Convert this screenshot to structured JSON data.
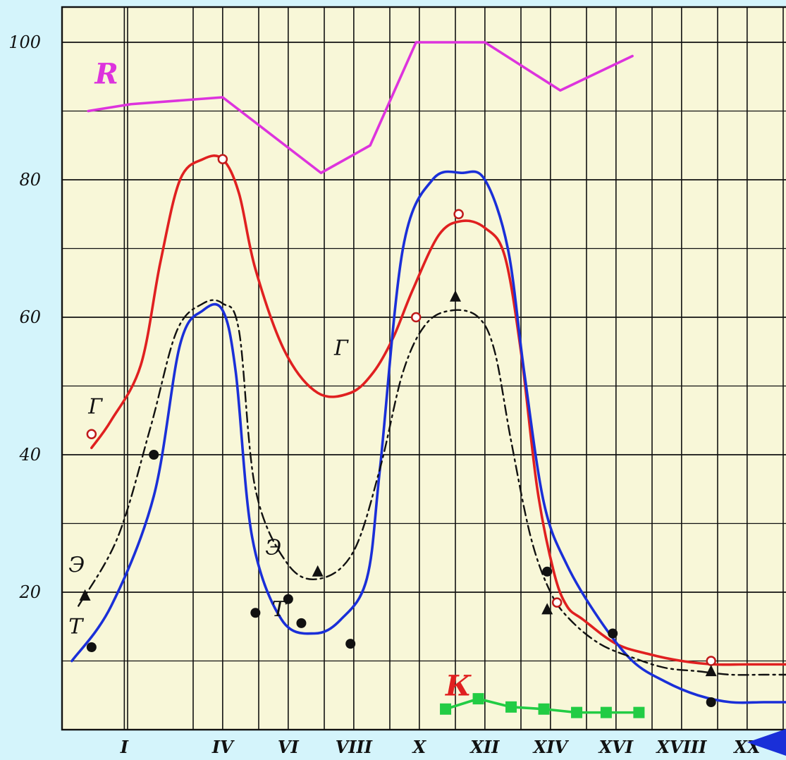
{
  "chart_data": {
    "type": "line",
    "title": "",
    "xlabel": "",
    "ylabel": "",
    "ylim": [
      0,
      105
    ],
    "yticks": [
      20,
      40,
      60,
      80,
      100
    ],
    "x_range": [
      -0.9,
      21.4
    ],
    "xtick_positions": [
      1,
      4,
      6,
      8,
      10,
      12,
      14,
      16,
      18,
      20
    ],
    "xticks": [
      "I",
      "IV",
      "VI",
      "VIII",
      "X",
      "XII",
      "XIV",
      "XVI",
      "XVIII",
      "XX"
    ],
    "grid": true,
    "colors": {
      "background": "#d4f4fb",
      "plot_area": "#f8f7d8",
      "grid": "#111111",
      "R": "#dd33dd",
      "G": "#e02020",
      "T": "#1a2fd8",
      "E": "#111111",
      "K": "#22cc44",
      "arrow": "#1a2fd8"
    },
    "series": [
      {
        "name": "R",
        "color": "#dd33dd",
        "style": "solid",
        "x": [
          -0.1,
          1.2,
          4.0,
          7.0,
          8.5,
          9.9,
          12.0,
          14.3,
          16.5
        ],
        "y": [
          90,
          91,
          92,
          81,
          85,
          100,
          100,
          93,
          98
        ]
      },
      {
        "name": "Г",
        "color": "#e02020",
        "style": "solid",
        "x": [
          0.0,
          0.6,
          1.5,
          2.1,
          2.7,
          3.4,
          4.0,
          4.5,
          5.0,
          5.9,
          6.9,
          7.9,
          8.6,
          9.2,
          9.8,
          10.6,
          11.3,
          12.0,
          12.6,
          13.1,
          13.6,
          14.1,
          14.5,
          15.0,
          16.0,
          17.0,
          18.0,
          19.0,
          20.0,
          21.4
        ],
        "y": [
          41,
          45,
          53,
          68,
          80,
          83,
          83,
          78,
          67,
          55,
          49,
          49,
          52,
          57,
          64,
          72,
          74,
          73,
          69,
          55,
          35,
          23,
          18,
          16,
          12.5,
          11,
          10,
          9.5,
          9.5,
          9.5
        ]
      },
      {
        "name": "Т",
        "color": "#1a2fd8",
        "style": "solid",
        "x": [
          -0.6,
          0.6,
          1.9,
          2.7,
          3.4,
          4.0,
          4.4,
          4.9,
          5.8,
          6.8,
          7.6,
          8.4,
          8.8,
          9.5,
          10.4,
          11.3,
          12.0,
          12.7,
          13.2,
          13.8,
          14.5,
          15.5,
          16.5,
          17.5,
          18.5,
          19.5,
          20.5,
          21.4
        ],
        "y": [
          10,
          18,
          34,
          56,
          61,
          61,
          52,
          28,
          16,
          14,
          16,
          22,
          38,
          70,
          80,
          81,
          80,
          70,
          52,
          33,
          24,
          16,
          10,
          7,
          5,
          4,
          4,
          4
        ]
      },
      {
        "name": "Э",
        "color": "#111111",
        "style": "dashdot",
        "x": [
          -0.4,
          0.8,
          1.8,
          2.6,
          3.4,
          4.0,
          4.5,
          5.0,
          6.0,
          7.0,
          8.0,
          8.8,
          9.5,
          10.2,
          11.0,
          11.8,
          12.3,
          12.8,
          13.4,
          14.0,
          14.6,
          15.5,
          16.5,
          17.5,
          18.5,
          19.5,
          20.5,
          21.4
        ],
        "y": [
          18,
          28,
          44,
          58,
          62,
          62,
          58,
          35,
          24,
          22,
          26,
          38,
          52,
          59,
          61,
          60,
          55,
          42,
          28,
          20,
          16,
          12.5,
          10.5,
          9,
          8.5,
          8,
          8,
          8
        ]
      },
      {
        "name": "К",
        "color": "#22cc44",
        "style": "solid",
        "x": [
          10.8,
          11.8,
          12.8,
          13.8,
          14.8,
          15.7,
          16.7
        ],
        "y": [
          3,
          4.5,
          3.3,
          3,
          2.5,
          2.5,
          2.5
        ]
      }
    ],
    "markers": {
      "Т_points": {
        "x": [
          0.0,
          1.9,
          5.0,
          6.0,
          6.4,
          7.9,
          13.9,
          15.9,
          18.9
        ],
        "y": [
          12,
          40,
          17,
          19,
          15.5,
          12.5,
          23,
          14,
          4
        ]
      },
      "Г_points": {
        "x": [
          0.0,
          4.0,
          9.9,
          11.2,
          14.2,
          18.9
        ],
        "y": [
          43,
          83,
          60,
          75,
          18.5,
          10
        ]
      },
      "Э_points": {
        "x": [
          -0.2,
          6.9,
          11.1,
          13.9,
          18.9
        ],
        "y": [
          19.5,
          23,
          63,
          17.5,
          8.5
        ]
      }
    },
    "annotations": [
      {
        "text": "R",
        "x": 0.1,
        "y": 94,
        "color": "#dd33dd"
      },
      {
        "text": "Г",
        "x": -0.1,
        "y": 46,
        "color": "#111111"
      },
      {
        "text": "Г",
        "x": 7.4,
        "y": 54.5,
        "color": "#111111"
      },
      {
        "text": "Э",
        "x": 5.3,
        "y": 25.5,
        "color": "#111111"
      },
      {
        "text": "Э",
        "x": -0.7,
        "y": 23,
        "color": "#111111"
      },
      {
        "text": "Т",
        "x": 5.5,
        "y": 16.5,
        "color": "#111111"
      },
      {
        "text": "Т",
        "x": -0.7,
        "y": 14,
        "color": "#111111"
      },
      {
        "text": "К",
        "x": 10.8,
        "y": 5,
        "color": "#e02020"
      }
    ]
  }
}
